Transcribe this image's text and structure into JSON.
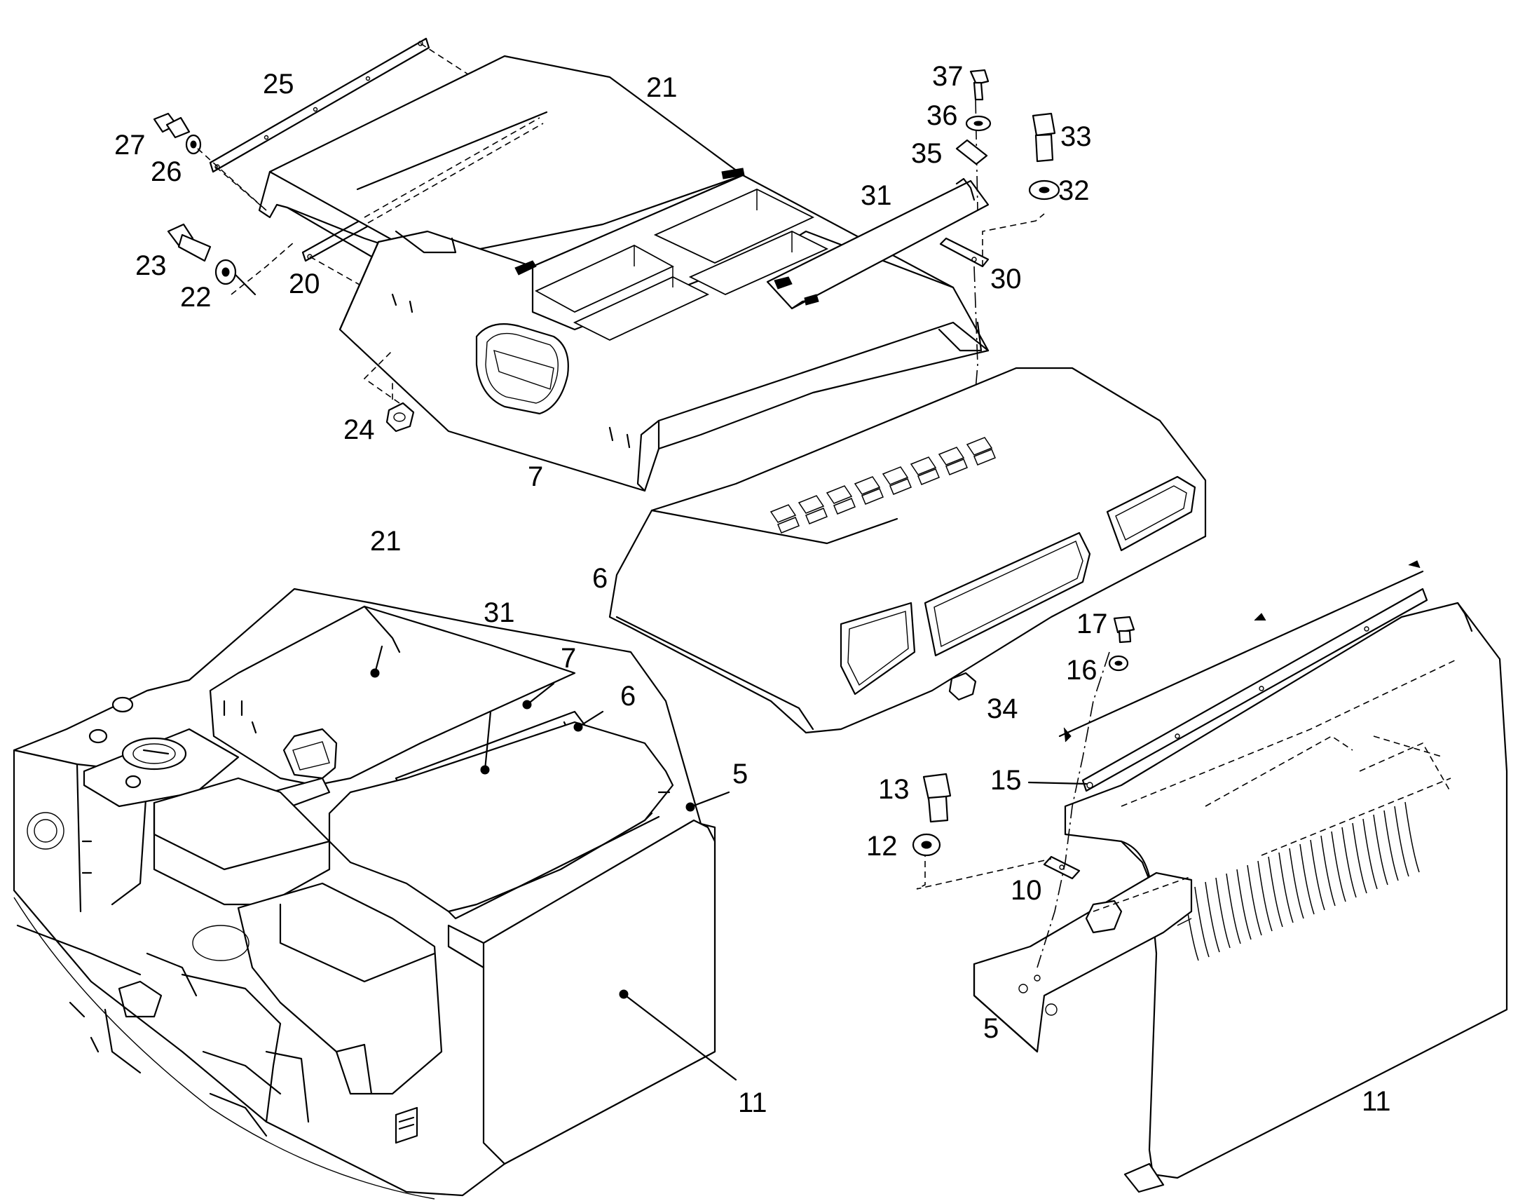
{
  "diagram": {
    "callouts": [
      {
        "id": "c25",
        "text": "25"
      },
      {
        "id": "c21a",
        "text": "21"
      },
      {
        "id": "c27",
        "text": "27"
      },
      {
        "id": "c26",
        "text": "26"
      },
      {
        "id": "c23",
        "text": "23"
      },
      {
        "id": "c22",
        "text": "22"
      },
      {
        "id": "c20",
        "text": "20"
      },
      {
        "id": "c24",
        "text": "24"
      },
      {
        "id": "c7a",
        "text": "7"
      },
      {
        "id": "c37",
        "text": "37"
      },
      {
        "id": "c36",
        "text": "36"
      },
      {
        "id": "c35",
        "text": "35"
      },
      {
        "id": "c33",
        "text": "33"
      },
      {
        "id": "c32",
        "text": "32"
      },
      {
        "id": "c31a",
        "text": "31"
      },
      {
        "id": "c30",
        "text": "30"
      },
      {
        "id": "c6a",
        "text": "6"
      },
      {
        "id": "c34",
        "text": "34"
      },
      {
        "id": "c21b",
        "text": "21"
      },
      {
        "id": "c31b",
        "text": "31"
      },
      {
        "id": "c7b",
        "text": "7"
      },
      {
        "id": "c6b",
        "text": "6"
      },
      {
        "id": "c5a",
        "text": "5"
      },
      {
        "id": "c11a",
        "text": "11"
      },
      {
        "id": "c17",
        "text": "17"
      },
      {
        "id": "c16",
        "text": "16"
      },
      {
        "id": "c15",
        "text": "15"
      },
      {
        "id": "c13",
        "text": "13"
      },
      {
        "id": "c12",
        "text": "12"
      },
      {
        "id": "c10",
        "text": "10"
      },
      {
        "id": "c5b",
        "text": "5"
      },
      {
        "id": "c11b",
        "text": "11"
      }
    ]
  }
}
